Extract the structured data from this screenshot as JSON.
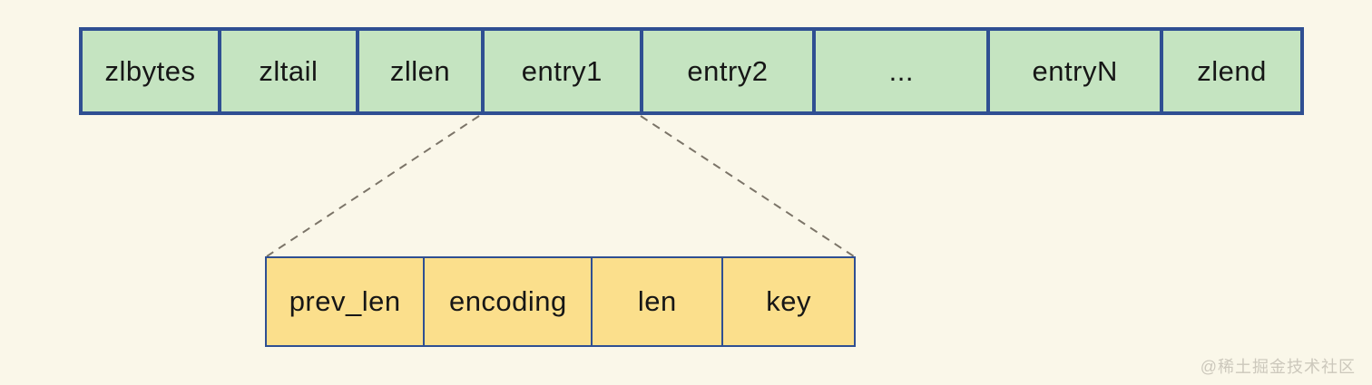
{
  "colors": {
    "background": "#faf7e9",
    "cell-green": "#c5e4c1",
    "cell-yellow": "#fbdf8c",
    "border-blue": "#2f4f92",
    "dash-gray": "#7b7468",
    "text-dark": "#161616",
    "watermark-gray": "#ccc8bc"
  },
  "ziplist_row": {
    "cells": [
      {
        "label": "zlbytes"
      },
      {
        "label": "zltail"
      },
      {
        "label": "zllen"
      },
      {
        "label": "entry1"
      },
      {
        "label": "entry2"
      },
      {
        "label": "..."
      },
      {
        "label": "entryN"
      },
      {
        "label": "zlend"
      }
    ]
  },
  "entry_row": {
    "cells": [
      {
        "label": "prev_len"
      },
      {
        "label": "encoding"
      },
      {
        "label": "len"
      },
      {
        "label": "key"
      }
    ]
  },
  "watermark": "@稀土掘金技术社区"
}
